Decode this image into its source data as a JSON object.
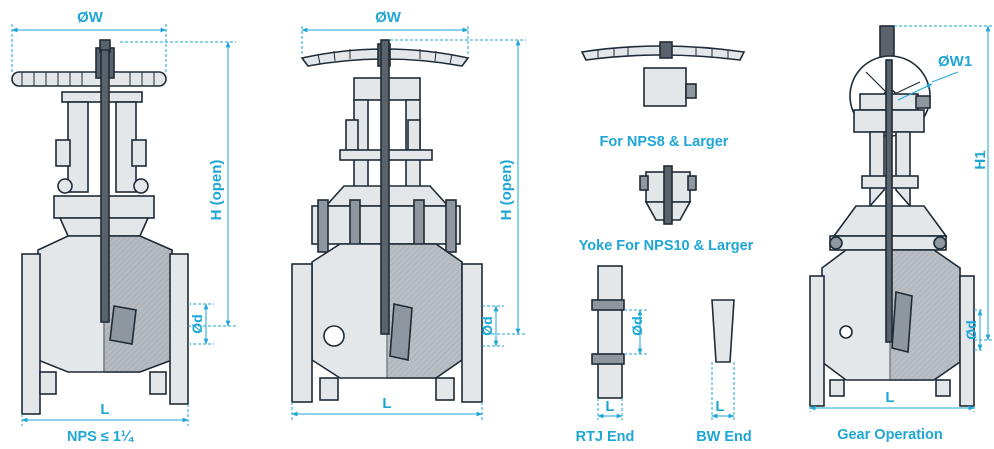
{
  "colors": {
    "dimension": "#1ea6d6",
    "outline": "#1f2b36",
    "body_fill": "#e4e7ea",
    "section_fill": "#8e979f",
    "stem_fill": "#5a636b"
  },
  "views": [
    {
      "caption": "NPS ≤ 1¼",
      "dim_top": "ØW",
      "dim_side": "H (open)",
      "dim_bore": "Ød",
      "dim_bottom": "L"
    },
    {
      "dim_top": "ØW",
      "dim_side": "H (open)",
      "dim_bore": "Ød",
      "dim_bottom": "L"
    },
    {
      "caption_top": "For NPS8 & Larger",
      "caption_mid": "Yoke For NPS10 & Larger",
      "rtj_caption": "RTJ End",
      "rtj_bore": "Ød",
      "rtj_length": "L",
      "bw_caption": "BW End",
      "bw_length": "L"
    },
    {
      "caption": "Gear Operation",
      "dim_top": "ØW1",
      "dim_side": "H1",
      "dim_bore": "Ød",
      "dim_bottom": "L"
    }
  ]
}
